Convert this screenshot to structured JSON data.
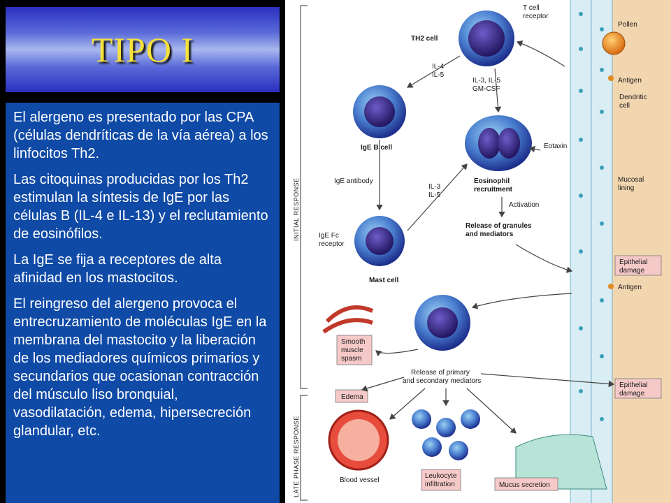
{
  "slide": {
    "title": "TIPO I",
    "paragraphs": [
      "El alergeno es presentado por las CPA (células dendríticas de la vía aérea) a los linfocitos Th2.",
      "Las citoquinas producidas por los Th2 estimulan la síntesis de IgE por las células B (IL-4 e IL-13) y el reclutamiento de eosinófilos.",
      "La IgE se fija a receptores de alta afinidad en los mastocitos.",
      "El reingreso del alergeno provoca el entrecruzamiento de moléculas IgE en la membrana del mastocito y la liberación de los mediadores químicos primarios y secundarios que ocasionan contracción del músculo liso bronquial, vasodilatación, edema, hipersecreción glandular, etc."
    ]
  },
  "figure": {
    "phase_initial": "INITIAL RESPONSE",
    "phase_late": "LATE PHASE RESPONSE",
    "t_cell_receptor": [
      "T cell",
      "receptor"
    ],
    "th2_cell": "TH2 cell",
    "il4_il5": [
      "IL-4",
      "IL-5"
    ],
    "il3_il5_gmcsf": [
      "IL-3, IL-5",
      "GM-CSF"
    ],
    "pollen": "Pollen",
    "antigen_top": "Antigen",
    "dendritic_cell": [
      "Dendritic",
      "cell"
    ],
    "ige_b_cell": "IgE B cell",
    "eotaxin": "Eotaxin",
    "ige_antibody": "IgE antibody",
    "eosinophil_recruitment": [
      "Eosinophil",
      "recruitment"
    ],
    "il3_il5": [
      "IL-3",
      "IL-5"
    ],
    "mucosal_lining": [
      "Mucosal",
      "lining"
    ],
    "activation": "Activation",
    "release_granules": [
      "Release of granules",
      "and mediators"
    ],
    "ige_fc_receptor": [
      "IgE Fc",
      "receptor"
    ],
    "mast_cell": "Mast cell",
    "epithelial_damage_1": [
      "Epithelial",
      "damage"
    ],
    "antigen_mid": "Antigen",
    "smooth_muscle_spasm": [
      "Smooth",
      "muscle",
      "spasm"
    ],
    "release_mediators": [
      "Release of primary",
      "and secondary mediators"
    ],
    "edema": "Edema",
    "epithelial_damage_2": [
      "Epithelial",
      "damage"
    ],
    "blood_vessel": "Blood vessel",
    "leukocyte_infiltration": [
      "Leukocyte",
      "infiltration"
    ],
    "mucus_secretion": "Mucus secretion"
  }
}
